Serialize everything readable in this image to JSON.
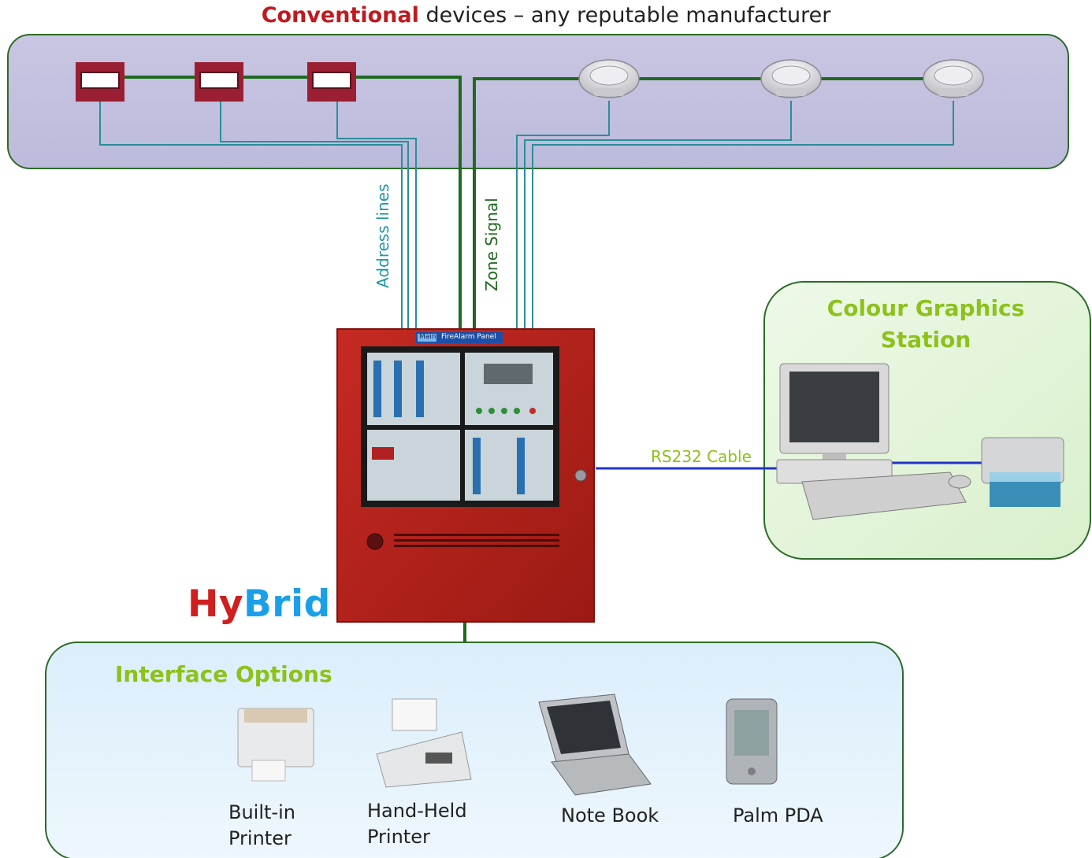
{
  "title": {
    "emphasis": "Conventional",
    "rest": "devices – any reputable manufacturer"
  },
  "labels": {
    "address_lines": "Address lines",
    "zone_signal": "Zone Signal",
    "rs232": "RS232 Cable",
    "panel_tag": "Main",
    "panel_text": "FireAlarm Panel"
  },
  "brand": {
    "part1": "Hy",
    "part2": "Brid"
  },
  "graphics_station": {
    "title": "Colour Graphics Station"
  },
  "interface": {
    "title": "Interface Options",
    "devices": [
      {
        "line1": "Built-in",
        "line2": "Printer",
        "icon": "built-in-printer-icon"
      },
      {
        "line1": "Hand-Held",
        "line2": "Printer",
        "icon": "handheld-printer-icon"
      },
      {
        "line1": "Note Book",
        "line2": "",
        "icon": "notebook-icon"
      },
      {
        "line1": "Palm PDA",
        "line2": "",
        "icon": "palm-pda-icon"
      }
    ]
  },
  "colors": {
    "panel_red": "#b5201c",
    "call_point": "#9a1f33",
    "loop_green": "#1f6a1f",
    "address_teal": "#2a8e9a",
    "rs232_blue": "#2233cc",
    "accent_green": "#8cc21a"
  }
}
